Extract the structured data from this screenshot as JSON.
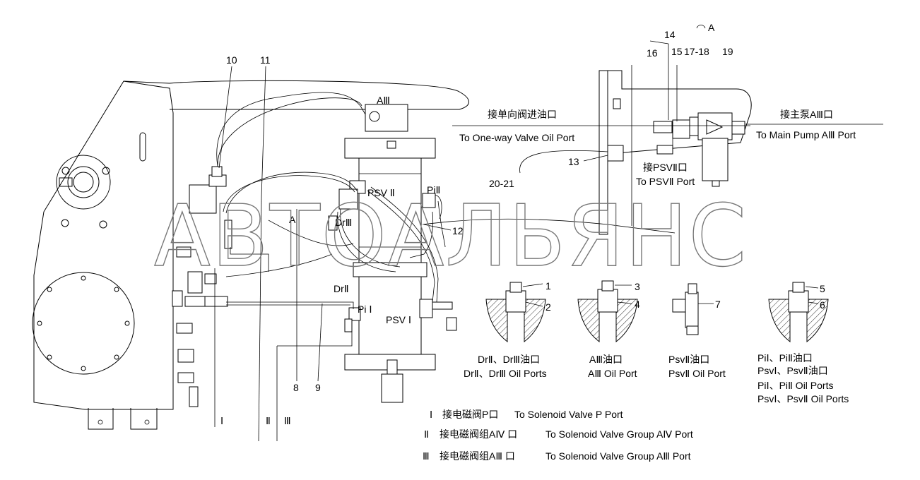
{
  "watermark": "АВТОАЛЬЯНС",
  "labels": {
    "a3_top": "AⅢ",
    "psv2": "PSV Ⅱ",
    "pi2": "PiⅡ",
    "dr3": "DrⅢ",
    "a_view": "A",
    "dr2": "DrⅡ",
    "pi1": "Pi Ⅰ",
    "psv1": "PSV Ⅰ",
    "view_arrow_a": "A",
    "check_valve_cn": "接单向阀进油口",
    "check_valve_en": "To One-way Valve Oil Port",
    "main_pump_cn": "接主泵AⅢ口",
    "main_pump_en": "To Main Pump AⅢ Port",
    "psv2_port_cn": "接PSVⅡ口",
    "psv2_port_en": "To PSVⅡ Port",
    "roman_1": "Ⅰ",
    "roman_2": "Ⅱ",
    "roman_3": "Ⅲ"
  },
  "callouts": [
    "1",
    "2",
    "3",
    "4",
    "5",
    "6",
    "7",
    "8",
    "9",
    "10",
    "11",
    "12",
    "13",
    "14",
    "15",
    "16",
    "17-18",
    "19",
    "20-21"
  ],
  "details": [
    {
      "cn": "DrⅡ、DrⅢ油口",
      "en": "DrⅡ、DrⅢ Oil Ports"
    },
    {
      "cn": "AⅢ油口",
      "en": "AⅢ Oil Port"
    },
    {
      "cn": "PsvⅡ油口",
      "en": "PsvⅡ Oil Port"
    },
    {
      "cn": "PiⅠ、PiⅡ油口",
      "cn2": "PsvⅠ、PsvⅡ油口",
      "en": "PiⅠ、PiⅡ Oil Ports",
      "en2": "PsvⅠ、PsvⅡ Oil Ports"
    }
  ],
  "legend": [
    {
      "num": "Ⅰ",
      "cn": "接电磁阀P口",
      "en": "To Solenoid Valve P Port"
    },
    {
      "num": "Ⅱ",
      "cn": "接电磁阀组AⅣ 口",
      "en": "To Solenoid Valve Group AⅣ Port"
    },
    {
      "num": "Ⅲ",
      "cn": "接电磁阀组AⅢ 口",
      "en": "To Solenoid Valve Group AⅢ Port"
    }
  ]
}
